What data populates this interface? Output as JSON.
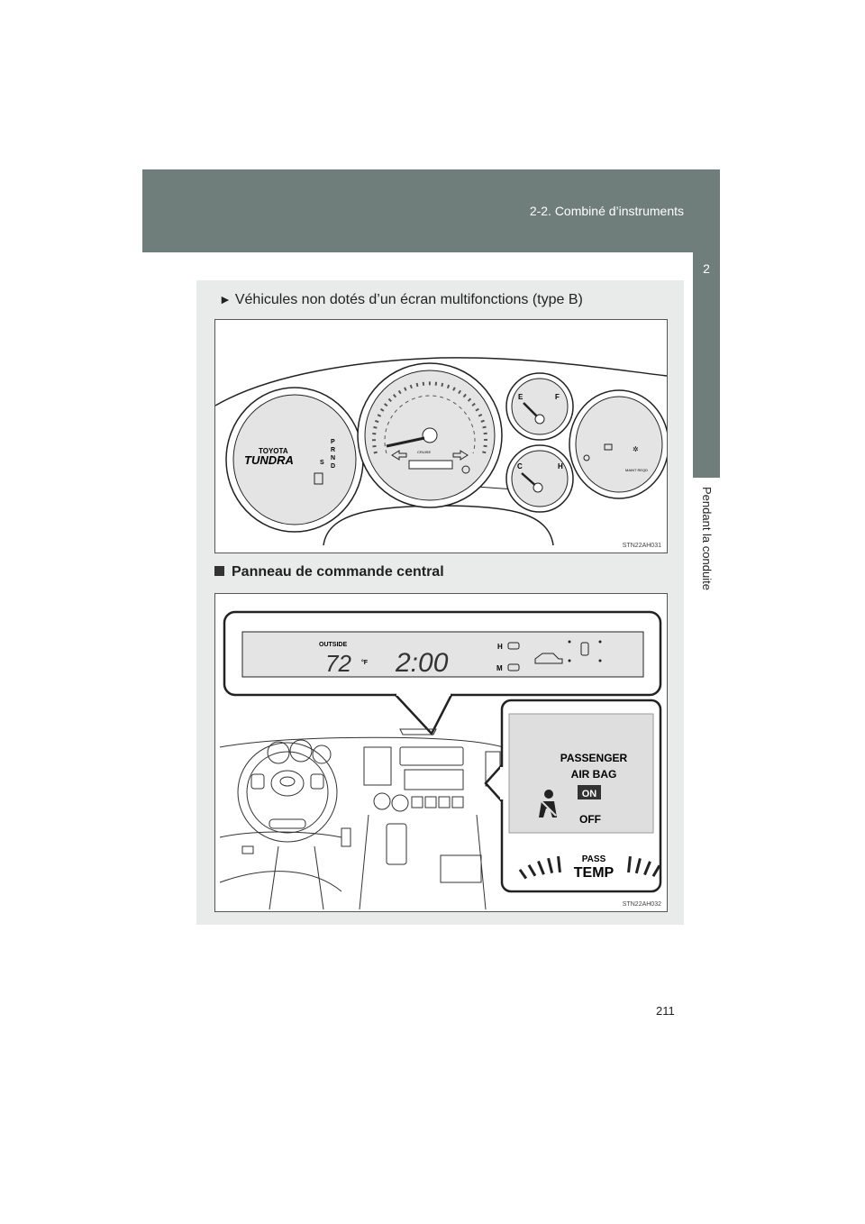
{
  "header": {
    "section": "2-2. Combiné d’instruments"
  },
  "side_tab": {
    "number": "2",
    "chapter": "Pendant la conduite"
  },
  "caption": {
    "arrow": "►",
    "text": "Véhicules non dotés d’un écran multifonctions (type B)"
  },
  "figure1": {
    "code": "STN22AH031",
    "labels": {
      "brand": "TOYOTA",
      "model": "TUNDRA",
      "gears": [
        "P",
        "R",
        "N",
        "D"
      ],
      "gear_s": "S",
      "fuel_e": "E",
      "fuel_f": "F",
      "temp_c": "C",
      "temp_h": "H",
      "maint": "MAINT REQD",
      "cruise": "CRUISE"
    }
  },
  "section": {
    "heading": "Panneau de commande central"
  },
  "figure2": {
    "code": "STN22AH032",
    "display": {
      "outside": "OUTSIDE",
      "temp": "72",
      "unit": "°F",
      "time": "2:00",
      "h": "H",
      "m": "M"
    },
    "airbag_panel": {
      "passenger": "PASSENGER",
      "airbag": "AIR BAG",
      "on": "ON",
      "off": "OFF",
      "pass": "PASS",
      "temp": "TEMP"
    }
  },
  "page": {
    "number": "211"
  }
}
